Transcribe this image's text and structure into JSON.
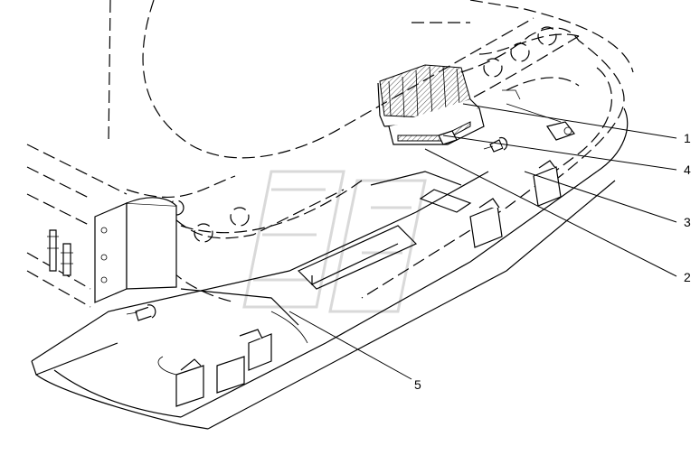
{
  "diagram": {
    "callouts": [
      {
        "id": "c1",
        "label": "1"
      },
      {
        "id": "c4",
        "label": "4"
      },
      {
        "id": "c3",
        "label": "3"
      },
      {
        "id": "c2",
        "label": "2"
      },
      {
        "id": "c5",
        "label": "5"
      }
    ],
    "colors": {
      "line": "#000000",
      "background": "#ffffff",
      "watermark": "#d9d9d9"
    }
  }
}
